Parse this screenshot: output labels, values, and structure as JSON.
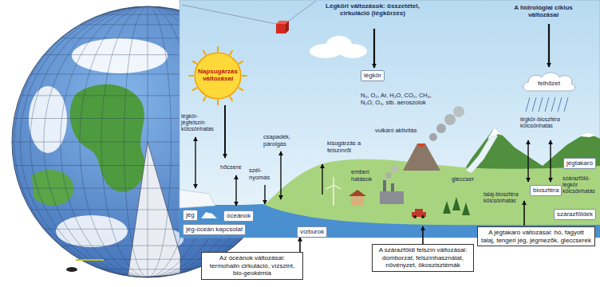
{
  "diagram": {
    "nodes": [
      {
        "text": [
          "Napsugárzás változásai"
        ]
      },
      {
        "text": [
          "légkör"
        ]
      },
      {
        "text": [
          "felhőzet"
        ]
      },
      {
        "text": [
          "jégtakaró"
        ]
      },
      {
        "text": [
          "bioszféra"
        ]
      },
      {
        "text": [
          "jég"
        ]
      },
      {
        "text": [
          "óceánok"
        ]
      },
      {
        "text": [
          "szárazföldek"
        ]
      },
      {
        "text": [
          "jég-óceán kapcsolat"
        ]
      },
      {
        "text": [
          "vízburok"
        ]
      },
      {
        "text": [
          "A jégtakaró változásai: hó, fagyott talaj, tengeri jég, jégmezők, gleccserek"
        ]
      },
      {
        "text": [
          "A szárazföldi felszín változásai: domborzat, felszínhasználat, növényzet, ökoszisztémák"
        ]
      },
      {
        "text": [
          "Az óceánok változásai: termohalin cirkuláció, vízszint, bio-geokémia"
        ]
      }
    ],
    "edges": [
      {
        "from": 12,
        "to": 9,
        "arrow": "to"
      }
    ],
    "labels": [
      "Légköri változások: összetétel, cirkuláció (légkörzés)",
      "A hidrológiai ciklus változásai",
      "N₂, O₂, Ar, H₂O, CO₂, CH₄, N₂O, O₃, stb. aeroszolok",
      "légkör-jégfelszín kölcsönhatás",
      "vulkáni aktivitás",
      "légkör-bioszféra kölcsönhatás",
      "csapadék, párolgás",
      "kisugárzás a felszínről",
      "hőcsere",
      "szél-nyomás",
      "emberi hatások",
      "gleccser",
      "talaj-bioszféra kölcsönhatás",
      "szárazföld-légkör kölcsönhatás"
    ]
  }
}
